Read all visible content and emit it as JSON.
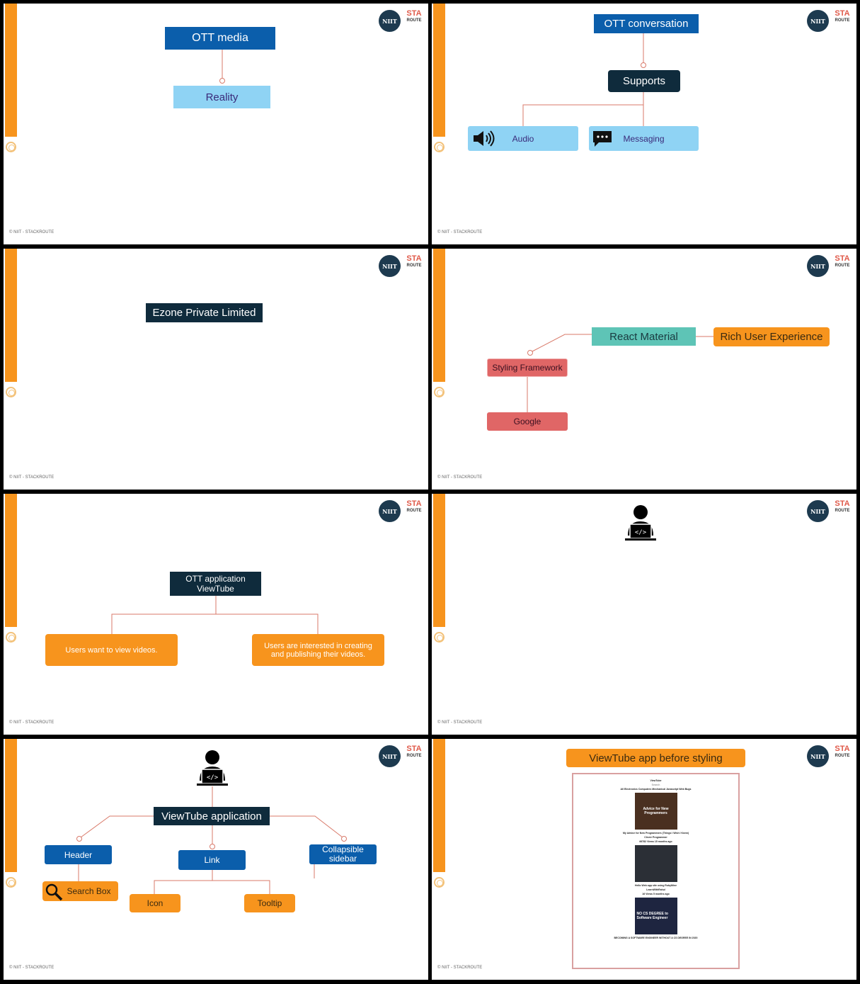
{
  "footer": "© NIIT - STACKROUTE",
  "logo": {
    "niit": "NIIT",
    "sta": "STA",
    "route": "ROUTE"
  },
  "colors": {
    "orange": "#f7941d",
    "navy": "#0f2b3c",
    "blue": "#0b5eab",
    "light_blue": "#8fd3f4",
    "teal": "#5ec4b6",
    "red": "#e06666",
    "connector": "#d97a6a"
  },
  "slide1": {
    "title": "OTT media",
    "child": "Reality"
  },
  "slide2": {
    "title": "OTT conversation",
    "supports": "Supports",
    "audio": "Audio",
    "messaging": "Messaging"
  },
  "slide3": {
    "title": "Ezone Private Limited"
  },
  "slide4": {
    "react": "React Material",
    "rich": "Rich User Experience",
    "styling": "Styling Framework",
    "google": "Google"
  },
  "slide5": {
    "title": "OTT application ViewTube",
    "left": "Users want to view videos.",
    "right": "Users are interested in creating and publishing their videos."
  },
  "slide7": {
    "title": "ViewTube application",
    "header": "Header",
    "search": "Search Box",
    "link": "Link",
    "icon": "Icon",
    "tooltip": "Tooltip",
    "sidebar": "Collapsible sidebar"
  },
  "slide8": {
    "title": "ViewTube app before styling",
    "app_name": "ViewTube",
    "search_placeholder": "Search",
    "categories": "All Electronics Computers Mechanical Javascript Web Bugs",
    "videos": [
      {
        "thumb": "Advice for New Programmers",
        "title": "My Advice for New Programmers (Things I Wish I Knew)",
        "channel": "Clever Programmer",
        "meta": "66782 Views 15 months ago"
      },
      {
        "thumb": "",
        "title": "Hello Web app site using RubyMine",
        "channel": "LearnWithRahul",
        "meta": "16 Views 5 months ago"
      },
      {
        "thumb": "NO CS DEGREE to Software Engineer",
        "title": "BECOMING A SOFTWARE ENGINEER WITHOUT A CS DEGREE IN 2020",
        "channel": "",
        "meta": ""
      }
    ]
  }
}
